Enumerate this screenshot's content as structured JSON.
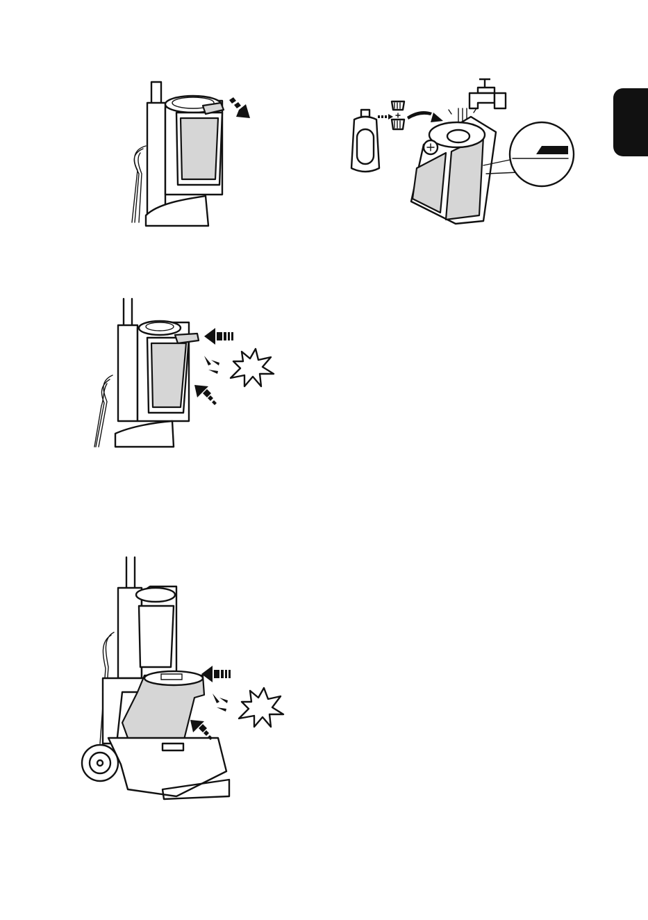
{
  "figures": [
    {
      "id": "figure-remove-tank",
      "arrow": "arrow-down-right-icon"
    },
    {
      "id": "figure-fill-tank",
      "items": [
        "detergent-bottle-icon",
        "filter-cap-icon",
        "water-tap-icon",
        "fill-level-magnifier-icon"
      ]
    },
    {
      "id": "figure-insert-clean-tank",
      "arrow": "arrow-left-icon",
      "effect": "click-burst-icon"
    },
    {
      "id": "figure-insert-dirty-tank",
      "arrow": "arrow-left-icon",
      "effect": "click-burst-icon"
    }
  ],
  "colors": {
    "ink": "#111111",
    "tank_gray": "#d6d6d6",
    "tab": "#111111"
  }
}
